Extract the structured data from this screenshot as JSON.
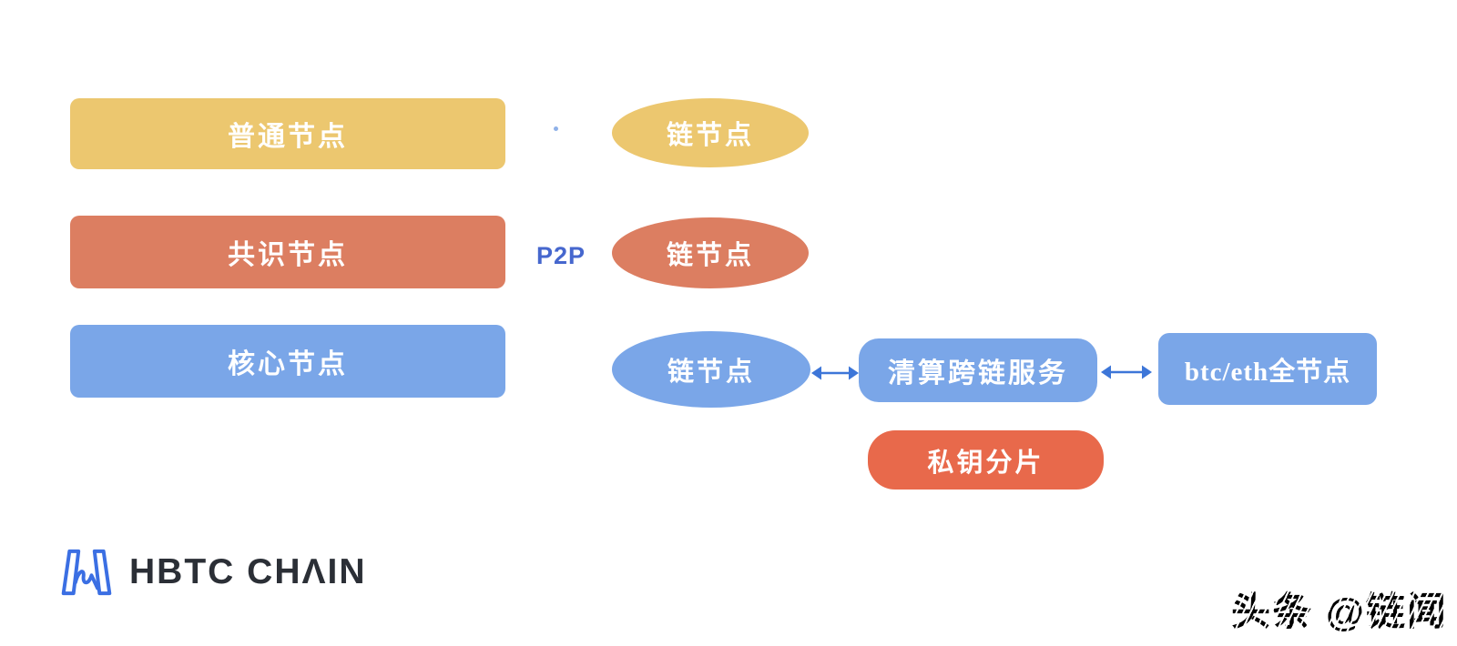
{
  "colors": {
    "yellow": "#ECC76F",
    "salmon": "#DC7E61",
    "blue": "#7AA6E8",
    "red": "#E8694B",
    "arrow_blue": "#3D76D8",
    "p2p_blue": "#4667CE",
    "logo_blue": "#3B6FE3",
    "logo_text_color": "#2B2F36"
  },
  "diagram": {
    "left_nodes": [
      {
        "label": "普通节点",
        "color": "#ECC76F"
      },
      {
        "label": "共识节点",
        "color": "#DC7E61"
      },
      {
        "label": "核心节点",
        "color": "#7AA6E8"
      }
    ],
    "p2p_label": "P2P",
    "chain_nodes": [
      {
        "label": "链节点",
        "color": "#ECC76F"
      },
      {
        "label": "链节点",
        "color": "#DC7E61"
      },
      {
        "label": "链节点",
        "color": "#7AA6E8"
      }
    ],
    "clearing_service": {
      "label": "清算跨链服务",
      "color": "#7AA6E8"
    },
    "full_node": {
      "label": "btc/eth全节点",
      "color": "#7AA6E8"
    },
    "private_key_shard": {
      "label": "私钥分片",
      "color": "#E8694B"
    }
  },
  "footer": {
    "brand": "HBTC CHΛIN",
    "watermark": "头条 @链闻"
  }
}
